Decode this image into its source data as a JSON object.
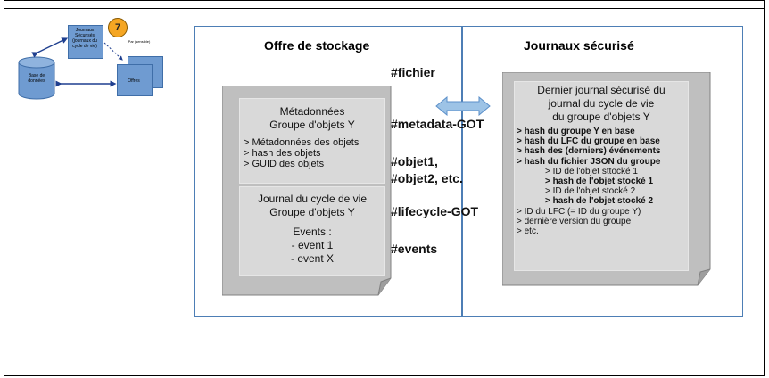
{
  "thumbnail": {
    "journaux_label": "Journaux Sécurisés (journaux du cycle de vie)",
    "base_label": "Base de données",
    "offres_label": "Offres",
    "badge_number": "7",
    "par_label": "Par (sensible)"
  },
  "left_panel": {
    "title": "Offre de stockage",
    "metadata_box": {
      "title_lines": [
        "Métadonnées",
        "Groupe d'objets Y"
      ],
      "items": [
        "> Métadonnées des objets",
        "> hash des objets",
        "> GUID des objets"
      ]
    },
    "journal_box": {
      "title_lines": [
        "Journal du cycle de vie",
        "Groupe d'objets Y"
      ],
      "events_title": "Events :",
      "events": [
        "- event 1",
        "- event X"
      ]
    }
  },
  "hash_labels": {
    "fichier": "#fichier",
    "metadata": "#metadata-GOT",
    "objet1": "#objet1,",
    "objet2": "#objet2, etc.",
    "lifecycle": "#lifecycle-GOT",
    "events": "#events"
  },
  "right_panel": {
    "title": "Journaux sécurisé",
    "box_title_lines": [
      "Dernier journal sécurisé du",
      "journal du cycle de vie",
      "du groupe d'objets Y"
    ],
    "lines": [
      "> hash du groupe Y en base",
      "> hash du LFC du groupe en base",
      "> hash des (derniers) événements",
      "> hash du fichier JSON du groupe",
      "> ID de l'objet sttocké 1",
      "> hash de l'objet stocké 1",
      "> ID de l'objet stocké 2",
      "> hash de l'objet stocké 2",
      "> ID du LFC (= ID du groupe Y)",
      "> dernière version du groupe",
      "> etc."
    ]
  },
  "colors": {
    "frame_border": "#4d7eb5",
    "arrow_fill": "#9dc3e6",
    "gray_shape": "#bfbfbf",
    "inner_box": "#d9d9d9",
    "thumb_blue": "#6f9bd1",
    "badge": "#f5a623"
  }
}
